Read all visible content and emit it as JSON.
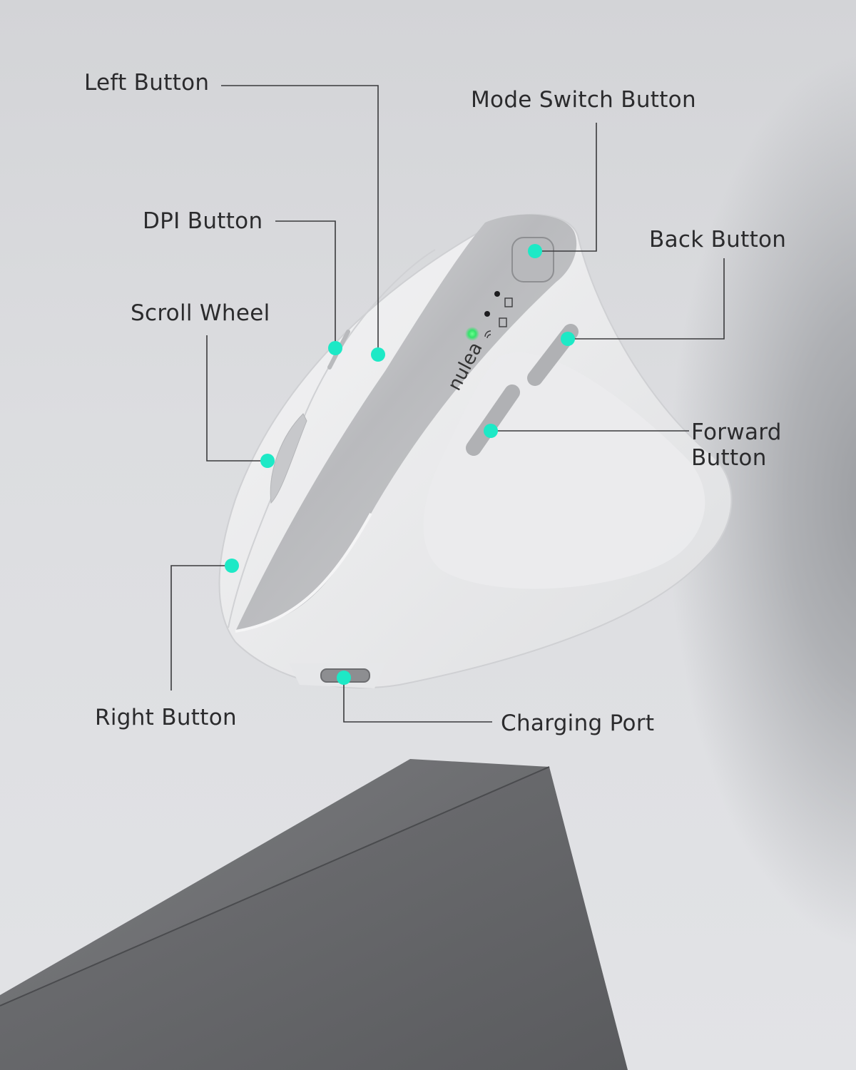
{
  "product": {
    "brand_mark": "nulea",
    "type": "vertical ergonomic wireless mouse",
    "color": "white / silver"
  },
  "colors": {
    "callout_dot": "#1de9c6",
    "leader_line": "#3a3a3c",
    "label_text": "#2b2b2d",
    "status_led": "#33e36a",
    "background": "#dcdde0",
    "concrete": "#6e6f72"
  },
  "callouts": [
    {
      "id": "left-button",
      "label": "Left Button"
    },
    {
      "id": "mode-switch-button",
      "label": "Mode Switch Button"
    },
    {
      "id": "dpi-button",
      "label": "DPI Button"
    },
    {
      "id": "back-button",
      "label": "Back Button"
    },
    {
      "id": "scroll-wheel",
      "label": "Scroll Wheel"
    },
    {
      "id": "forward-button",
      "label": "Forward Button",
      "line1": "Forward",
      "line2": "Button"
    },
    {
      "id": "right-button",
      "label": "Right Button"
    },
    {
      "id": "charging-port",
      "label": "Charging Port"
    }
  ],
  "indicators": [
    {
      "icon": "device-1-icon",
      "led": "off"
    },
    {
      "icon": "device-2-icon",
      "led": "off"
    },
    {
      "icon": "wireless-icon",
      "led": "on"
    }
  ]
}
